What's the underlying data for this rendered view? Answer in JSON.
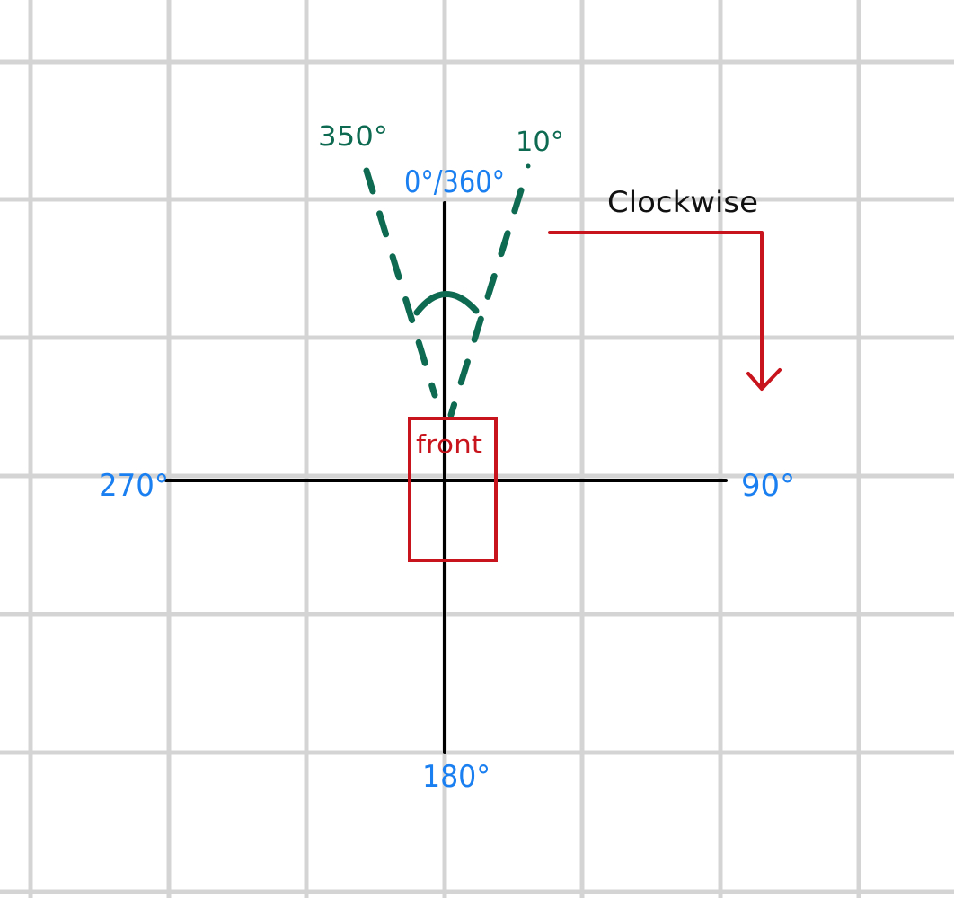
{
  "diagram": {
    "headings": {
      "north": "0°/360°",
      "east": "90°",
      "south": "180°",
      "west": "270°"
    },
    "sector": {
      "left_label": "350°",
      "right_label": "10°",
      "left_angle_deg": 350,
      "right_angle_deg": 10
    },
    "vehicle": {
      "label": "front"
    },
    "rotation": {
      "label": "Clockwise"
    },
    "colors": {
      "grid": "#d4d4d4",
      "axes": "#000000",
      "headings": "#1a7ff0",
      "sector": "#0e6b52",
      "vehicle": "#c8141c",
      "arrow": "#c8141c",
      "rotation_text": "#111111"
    }
  }
}
